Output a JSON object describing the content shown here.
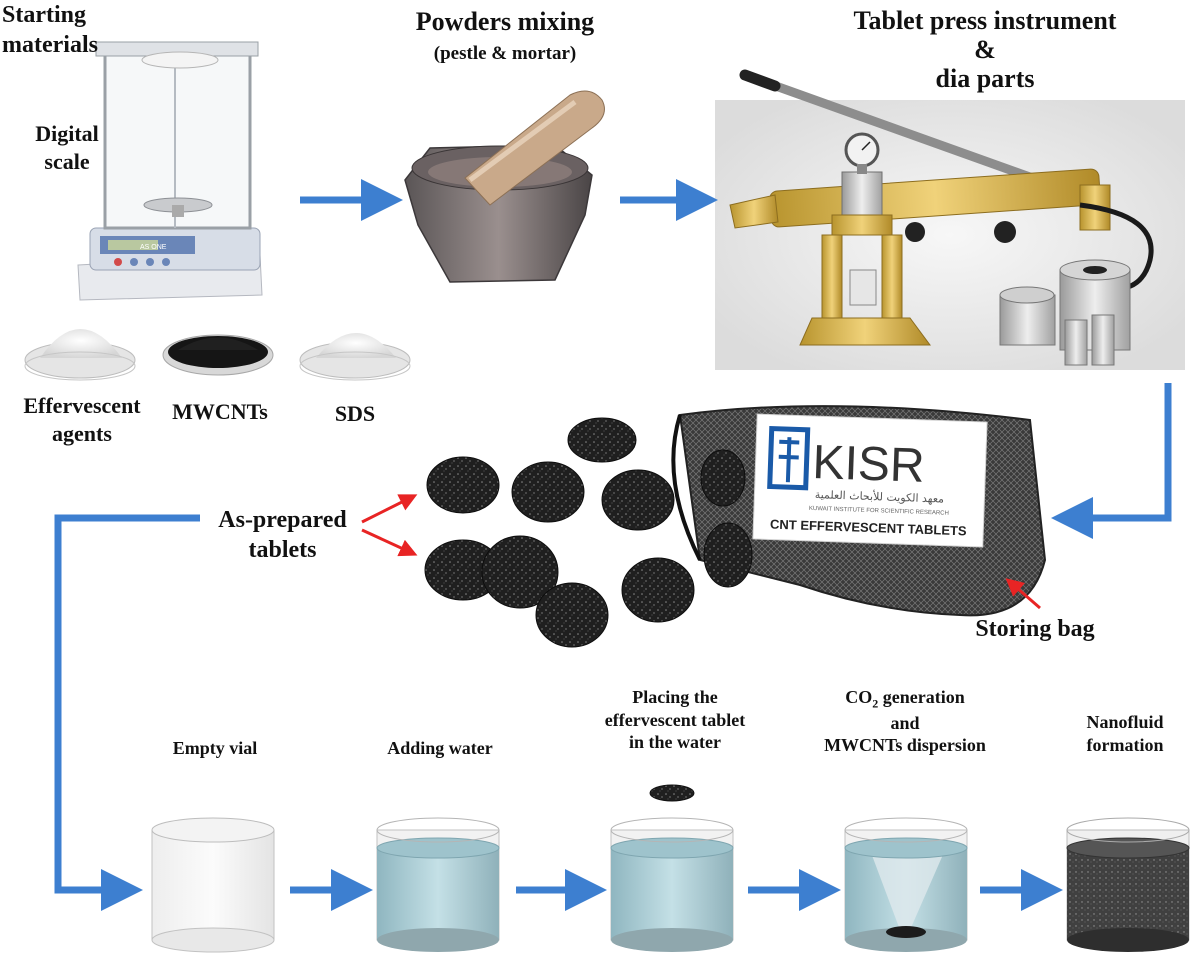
{
  "stages": {
    "starting_materials": "Starting\nmaterials",
    "digital_scale": "Digital\nscale",
    "scale_brand": "AS ONE",
    "powders_mixing": "Powders mixing",
    "pestle_mortar": "(pestle & mortar)",
    "tablet_press": "Tablet press instrument\n&\ndia parts"
  },
  "materials": [
    {
      "label": "Effervescent\nagents"
    },
    {
      "label": "MWCNTs"
    },
    {
      "label": "SDS"
    }
  ],
  "tablets": {
    "as_prepared": "As-prepared\ntablets",
    "storing_bag": "Storing bag",
    "bag_brand": "KISR",
    "bag_subtitle_ar": "معهد الكويت للأبحاث العلمية",
    "bag_subtitle_en": "KUWAIT INSTITUTE FOR SCIENTIFIC RESEARCH",
    "bag_label": "CNT EFFERVESCENT TABLETS"
  },
  "vial_steps": [
    {
      "label": "Empty vial"
    },
    {
      "label": "Adding water"
    },
    {
      "label": "Placing the\neffervescent tablet\nin the water"
    },
    {
      "label_line1": "CO",
      "label_sub": "2",
      "label_line1_rest": " generation",
      "label_rest": "and\nMWCNTs dispersion"
    },
    {
      "label": "Nanofluid\nformation"
    }
  ],
  "colors": {
    "flow_arrow": "#3d7fd0",
    "pointer_arrow": "#e82424",
    "press_gold": "#d7b548",
    "tablet_black": "#1c1c1c",
    "water": "#a9cdd6",
    "nanofluid": "#3a3a3a"
  }
}
